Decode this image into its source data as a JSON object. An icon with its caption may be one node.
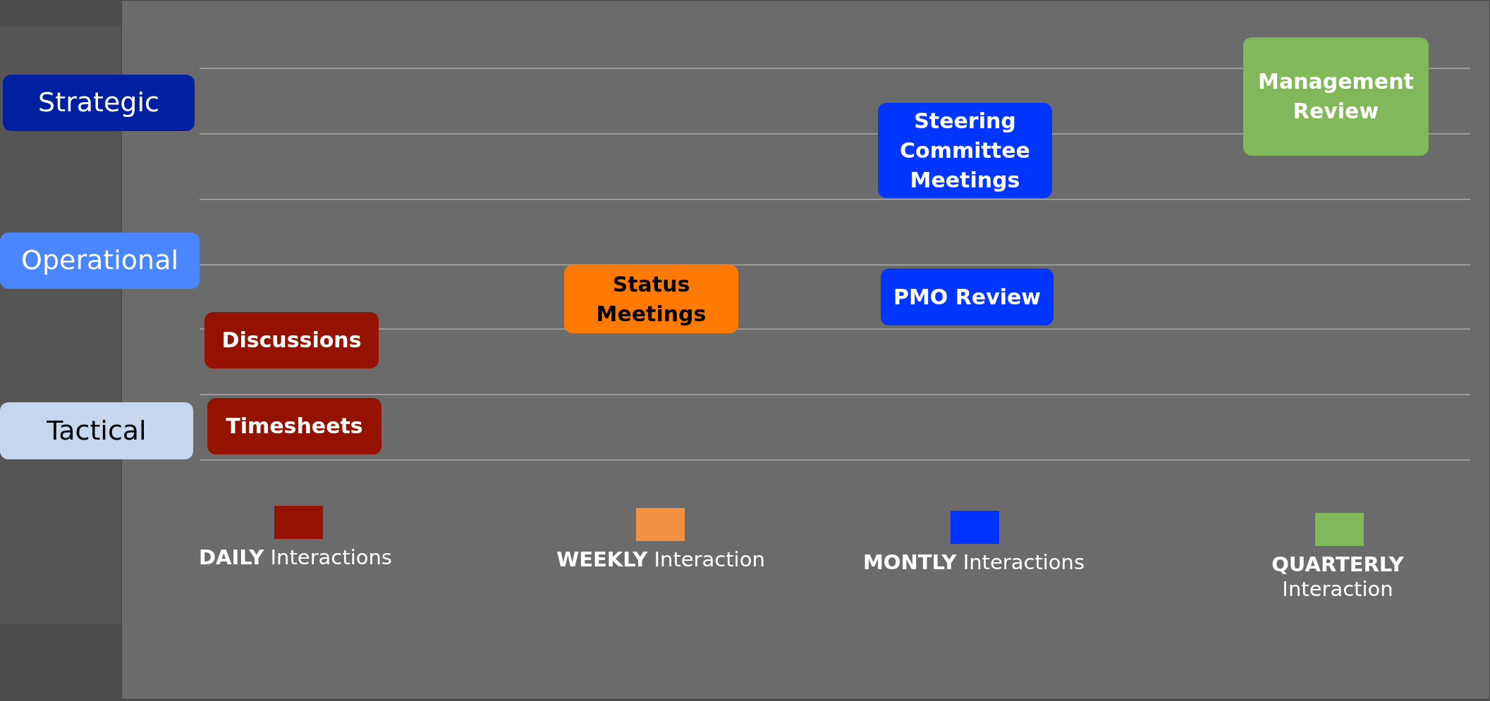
{
  "diagram": {
    "nodes": [
      {
        "text": [
          "Management Review"
        ]
      },
      {
        "text": [
          "Strategic"
        ]
      },
      {
        "text": [
          "Steering Committee Meetings"
        ]
      },
      {
        "text": [
          "Operational"
        ]
      },
      {
        "text": [
          "Status Meetings"
        ]
      },
      {
        "text": [
          "PMO Review"
        ]
      },
      {
        "text": [
          "Discussions"
        ]
      },
      {
        "text": [
          "Tactical"
        ]
      },
      {
        "text": [
          "Timesheets"
        ]
      }
    ],
    "legend": [
      {
        "text": "**DAILY** Interactions",
        "color": "#951200"
      },
      {
        "text": "**WEEKLY** Interaction",
        "color": "#f39140"
      },
      {
        "text": "**MONTLY** Interactions",
        "color": "#0033ff"
      },
      {
        "text": "**QUARTERLY** Interaction",
        "color": "#80b85a"
      }
    ]
  }
}
